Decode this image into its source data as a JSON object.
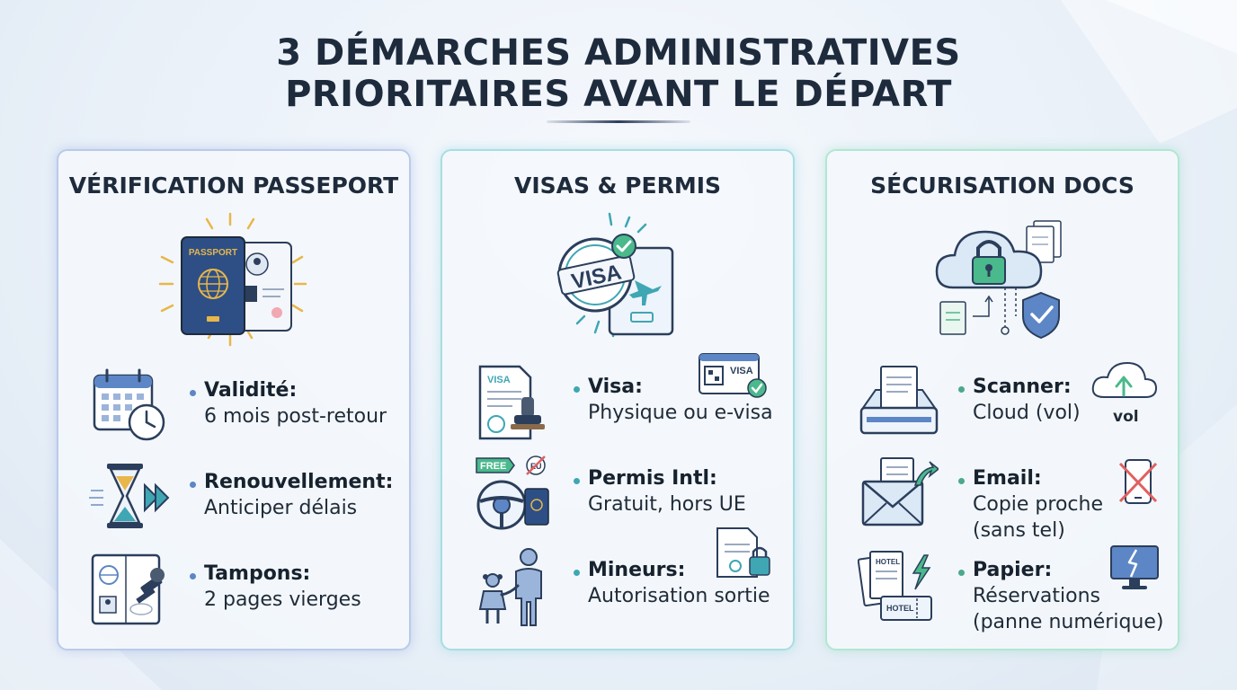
{
  "title": {
    "line1": "3 DÉMARCHES ADMINISTRATIVES",
    "line2": "PRIORITAIRES AVANT LE DÉPART"
  },
  "cards": [
    {
      "title": "VÉRIFICATION PASSEPORT",
      "hero_icon": "passport-icon",
      "hero_text": "PASSPORT",
      "items": [
        {
          "label": "Validité:",
          "desc": "6 mois post-retour",
          "icon": "calendar-clock-icon"
        },
        {
          "label": "Renouvellement:",
          "desc": "Anticiper délais",
          "icon": "hourglass-fast-forward-icon"
        },
        {
          "label": "Tampons:",
          "desc": "2 pages vierges",
          "icon": "passport-stamp-icon"
        }
      ]
    },
    {
      "title": "VISAS & PERMIS",
      "hero_icon": "visa-stamp-icon",
      "hero_text": "VISA",
      "items": [
        {
          "label": "Visa:",
          "desc": "Physique ou e-visa",
          "icon": "visa-document-stamp-icon",
          "side_icon": "e-visa-browser-icon",
          "side_text": "VISA"
        },
        {
          "label": "Permis Intl:",
          "desc": "Gratuit, hors UE",
          "icon": "steering-wheel-permit-icon",
          "tag_free": "FREE",
          "tag_eu": "EU"
        },
        {
          "label": "Mineurs:",
          "desc": "Autorisation sortie",
          "icon": "parent-child-icon",
          "side_icon": "locked-document-icon"
        }
      ]
    },
    {
      "title": "SÉCURISATION DOCS",
      "hero_icon": "cloud-lock-shield-icon",
      "items": [
        {
          "label": "Scanner:",
          "desc": "Cloud (vol)",
          "icon": "scanner-icon",
          "side_icon": "cloud-upload-icon",
          "side_text": "vol"
        },
        {
          "label": "Email:",
          "desc1": "Copie proche",
          "desc2": "(sans tel)",
          "icon": "email-icon",
          "side_icon": "crossed-phone-icon"
        },
        {
          "label": "Papier:",
          "desc1": "Réservations",
          "desc2": "(panne numérique)",
          "icon": "hotel-paper-icon",
          "side_icon": "broken-monitor-icon",
          "hotel_text": "HOTEL"
        }
      ]
    }
  ],
  "colors": {
    "title": "#1e2b3c",
    "navy": "#2d4f86",
    "teal": "#3fa6b4",
    "green": "#4aa98b",
    "gold": "#e8b64a"
  }
}
